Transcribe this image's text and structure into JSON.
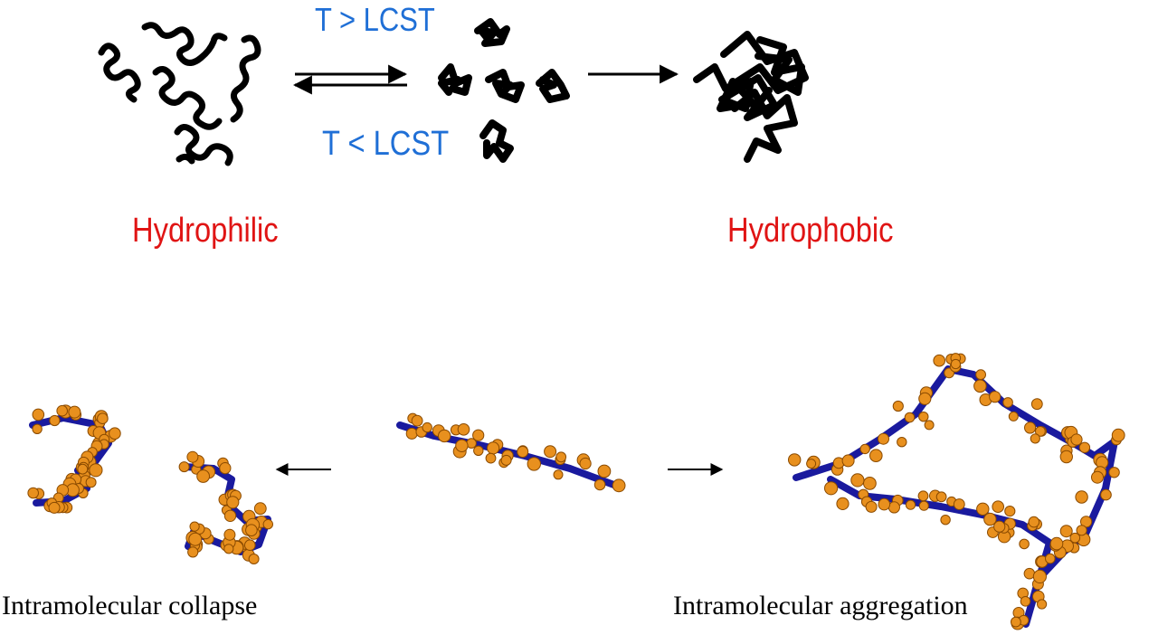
{
  "labels": {
    "above_lcst": "T > LCST",
    "below_lcst": "T < LCST",
    "hydrophilic": "Hydrophilic",
    "hydrophobic": "Hydrophobic",
    "intramolecular_collapse": "Intramolecular  collapse",
    "intramolecular_aggregation": "Intramolecular aggregation"
  },
  "colors": {
    "condition_text": "#1f6fd6",
    "state_text": "#e01414",
    "polymer_chain": "#000000",
    "backbone": "#1a1a9e",
    "bead_fill": "#e8901e",
    "bead_edge": "#8a4a00",
    "caption_text": "#000000"
  }
}
